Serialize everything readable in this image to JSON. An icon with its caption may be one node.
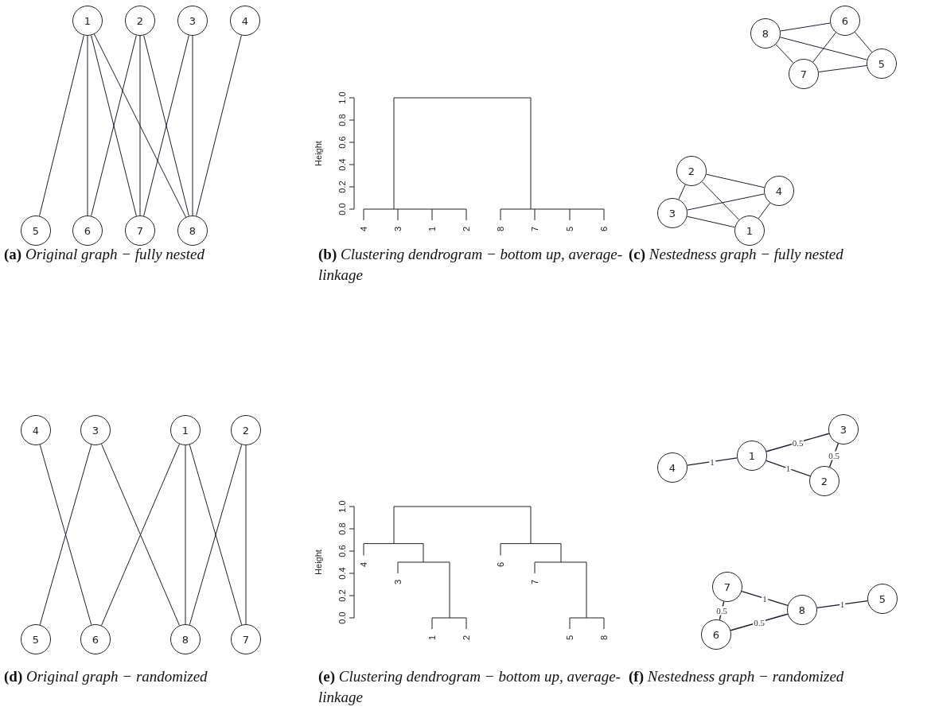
{
  "diagram": {
    "nodes": [
      {
        "text": [
          "1"
        ]
      },
      {
        "text": [
          "2"
        ]
      },
      {
        "text": [
          "3"
        ]
      },
      {
        "text": [
          "4"
        ]
      },
      {
        "text": [
          "5"
        ]
      },
      {
        "text": [
          "6"
        ]
      },
      {
        "text": [
          "7"
        ]
      },
      {
        "text": [
          "8"
        ]
      },
      {
        "text": [
          "6"
        ]
      },
      {
        "text": [
          "8"
        ]
      },
      {
        "text": [
          "5"
        ]
      },
      {
        "text": [
          "7"
        ]
      },
      {
        "text": [
          "2"
        ]
      },
      {
        "text": [
          "4"
        ]
      },
      {
        "text": [
          "3"
        ]
      },
      {
        "text": [
          "1"
        ]
      },
      {
        "text": [
          "4"
        ]
      },
      {
        "text": [
          "3"
        ]
      },
      {
        "text": [
          "1"
        ]
      },
      {
        "text": [
          "2"
        ]
      },
      {
        "text": [
          "5"
        ]
      },
      {
        "text": [
          "6"
        ]
      },
      {
        "text": [
          "8"
        ]
      },
      {
        "text": [
          "7"
        ]
      },
      {
        "text": [
          "3"
        ]
      },
      {
        "text": [
          "1"
        ]
      },
      {
        "text": [
          "4"
        ]
      },
      {
        "text": [
          "2"
        ]
      },
      {
        "text": [
          "7"
        ]
      },
      {
        "text": [
          "5"
        ]
      },
      {
        "text": [
          "8"
        ]
      },
      {
        "text": [
          "6"
        ]
      }
    ],
    "edges": [
      {
        "from": 0,
        "to": 4,
        "arrow": "none"
      },
      {
        "from": 0,
        "to": 5,
        "arrow": "none"
      },
      {
        "from": 0,
        "to": 6,
        "arrow": "none"
      },
      {
        "from": 0,
        "to": 7,
        "arrow": "none"
      },
      {
        "from": 1,
        "to": 5,
        "arrow": "none"
      },
      {
        "from": 1,
        "to": 6,
        "arrow": "none"
      },
      {
        "from": 1,
        "to": 7,
        "arrow": "none"
      },
      {
        "from": 2,
        "to": 6,
        "arrow": "none"
      },
      {
        "from": 2,
        "to": 7,
        "arrow": "none"
      },
      {
        "from": 3,
        "to": 7,
        "arrow": "none"
      },
      {
        "from": 9,
        "to": 8,
        "arrow": "none"
      },
      {
        "from": 9,
        "to": 10,
        "arrow": "none"
      },
      {
        "from": 9,
        "to": 11,
        "arrow": "none"
      },
      {
        "from": 8,
        "to": 11,
        "arrow": "none"
      },
      {
        "from": 8,
        "to": 10,
        "arrow": "none"
      },
      {
        "from": 11,
        "to": 10,
        "arrow": "none"
      },
      {
        "from": 12,
        "to": 13,
        "arrow": "none"
      },
      {
        "from": 12,
        "to": 14,
        "arrow": "none"
      },
      {
        "from": 12,
        "to": 15,
        "arrow": "none"
      },
      {
        "from": 14,
        "to": 13,
        "arrow": "none"
      },
      {
        "from": 14,
        "to": 15,
        "arrow": "none"
      },
      {
        "from": 13,
        "to": 15,
        "arrow": "none"
      },
      {
        "from": 16,
        "to": 21,
        "arrow": "none"
      },
      {
        "from": 17,
        "to": 20,
        "arrow": "none"
      },
      {
        "from": 17,
        "to": 22,
        "arrow": "none"
      },
      {
        "from": 18,
        "to": 21,
        "arrow": "none"
      },
      {
        "from": 18,
        "to": 22,
        "arrow": "none"
      },
      {
        "from": 18,
        "to": 23,
        "arrow": "none"
      },
      {
        "from": 19,
        "to": 22,
        "arrow": "none"
      },
      {
        "from": 19,
        "to": 23,
        "arrow": "none"
      },
      {
        "from": 26,
        "to": 25,
        "arrow": "none",
        "label": "1"
      },
      {
        "from": 25,
        "to": 24,
        "arrow": "none",
        "label": "0.5"
      },
      {
        "from": 25,
        "to": 27,
        "arrow": "none",
        "label": "1"
      },
      {
        "from": 24,
        "to": 27,
        "arrow": "none",
        "label": "0.5"
      },
      {
        "from": 28,
        "to": 30,
        "arrow": "none",
        "label": "1"
      },
      {
        "from": 30,
        "to": 29,
        "arrow": "none",
        "label": "1"
      },
      {
        "from": 28,
        "to": 31,
        "arrow": "none",
        "label": "0.5"
      },
      {
        "from": 31,
        "to": 30,
        "arrow": "none",
        "label": "0.5"
      }
    ],
    "labels": [
      "Height",
      "0.0",
      "0.2",
      "0.4",
      "0.6",
      "0.8",
      "1.0",
      "4",
      "3",
      "1",
      "2",
      "8",
      "7",
      "5",
      "6",
      "**(a)** *Original graph − fully nested*",
      "**(b)** *Clustering dendrogram − bottom up, average-linkage*",
      "**(c)** *Nestedness graph − fully nested*",
      "Height",
      "0.0",
      "0.2",
      "0.4",
      "0.6",
      "0.8",
      "1.0",
      "4",
      "3",
      "1",
      "2",
      "6",
      "7",
      "5",
      "8",
      "**(d)** *Original graph − randomized*",
      "**(e)** *Clustering dendrogram − bottom up, average-linkage*",
      "**(f)** *Nestedness graph − randomized*"
    ]
  }
}
